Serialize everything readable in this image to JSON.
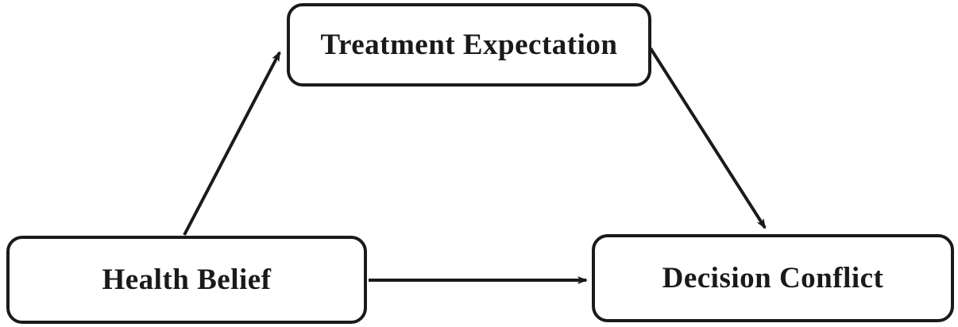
{
  "diagram": {
    "background_color": "#ffffff",
    "line_color": "#1a1a1a",
    "nodes": [
      {
        "id": "treatment-expectation",
        "label": "Treatment Expectation",
        "position": "top-center"
      },
      {
        "id": "health-belief",
        "label": "Health Belief",
        "position": "bottom-left"
      },
      {
        "id": "decision-conflict",
        "label": "Decision Conflict",
        "position": "bottom-right"
      }
    ],
    "edges": [
      {
        "from": "health-belief",
        "to": "treatment-expectation",
        "style": "solid-arrow"
      },
      {
        "from": "treatment-expectation",
        "to": "decision-conflict",
        "style": "solid-arrow"
      },
      {
        "from": "health-belief",
        "to": "decision-conflict",
        "style": "solid-arrow"
      }
    ]
  }
}
